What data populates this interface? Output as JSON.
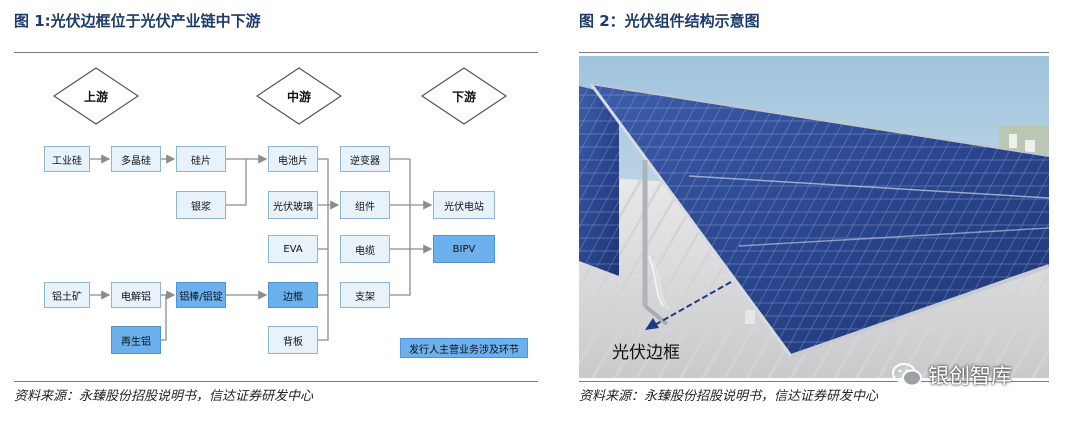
{
  "figure1": {
    "title": "图 1:光伏边框位于光伏产业链中下游",
    "source": "资料来源：永臻股份招股说明书，信达证券研发中心",
    "stages": {
      "upstream": "上游",
      "midstream": "中游",
      "downstream": "下游"
    },
    "nodes": {
      "industrial_silicon": "工业硅",
      "polysilicon": "多晶硅",
      "wafer": "硅片",
      "silver_paste": "银浆",
      "cell": "电池片",
      "pv_glass": "光伏玻璃",
      "eva": "EVA",
      "inverter": "逆变器",
      "module": "组件",
      "cable": "电缆",
      "bracket": "支架",
      "pv_station": "光伏电站",
      "bipv": "BIPV",
      "bauxite": "铝土矿",
      "electrolytic_al": "电解铝",
      "recycled_al": "再生铝",
      "al_rod": "铝棒/铝锭",
      "frame": "边框",
      "backsheet": "背板"
    },
    "legend": "发行人主营业务涉及环节",
    "highlight_color": "#6cb0ee"
  },
  "figure2": {
    "title": "图 2：光伏组件结构示意图",
    "source": "资料来源：永臻股份招股说明书，信达证券研发中心",
    "caption": "光伏边框"
  },
  "watermark": {
    "text": "银创智库"
  },
  "colors": {
    "title": "#1d3b6a",
    "node_fill": "#e8f2fb",
    "node_border": "#8fb3d3"
  }
}
